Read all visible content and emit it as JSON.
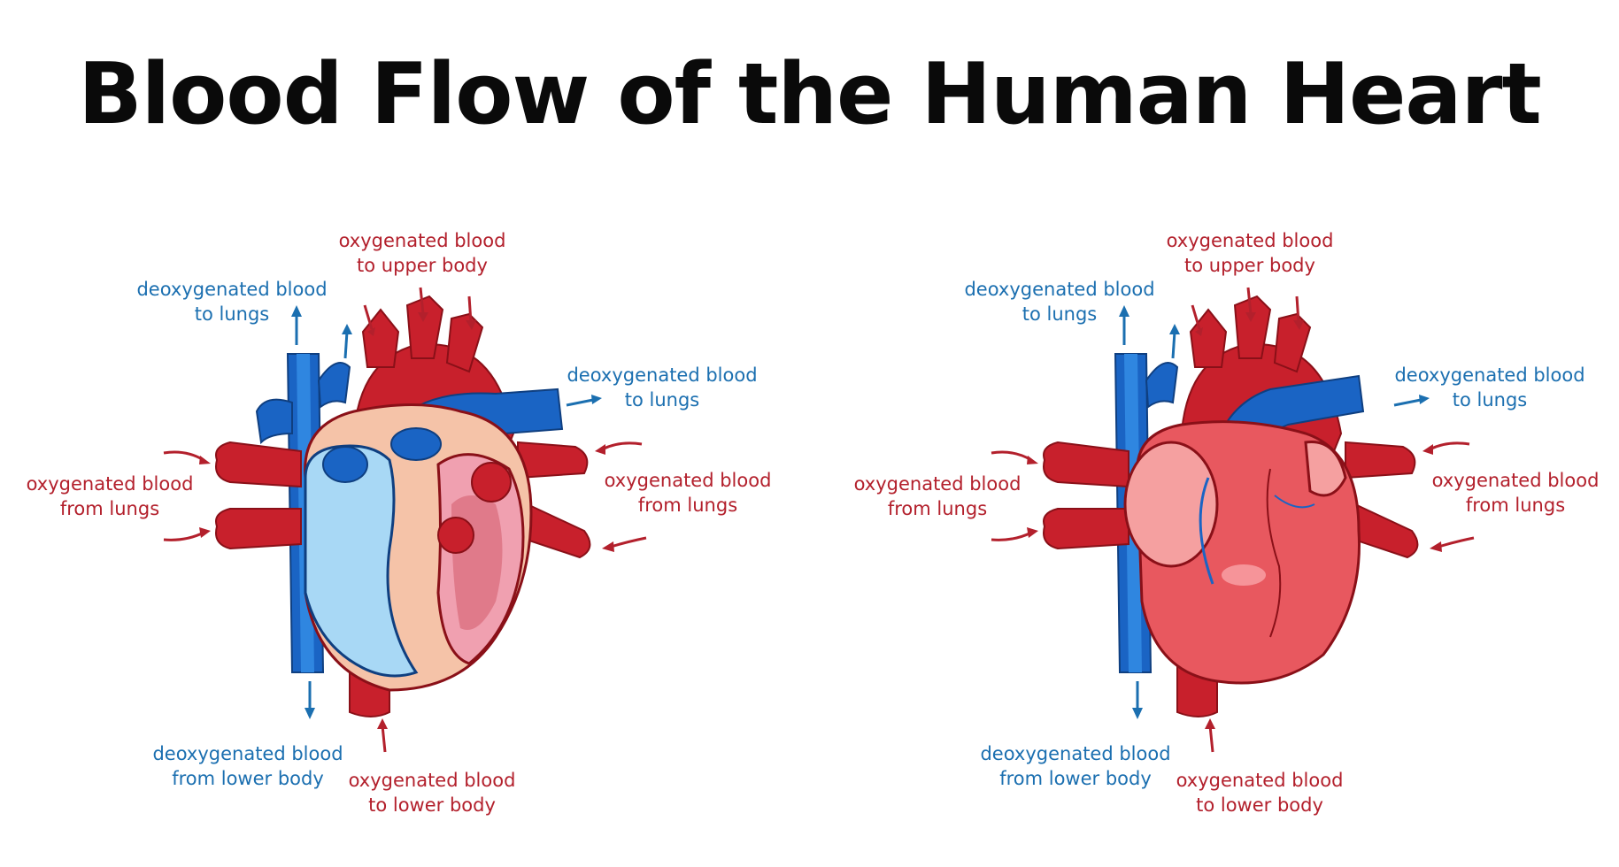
{
  "title": "Blood Flow of the Human Heart",
  "colors": {
    "oxygenated": "#b3202c",
    "deoxygenated": "#1b6fb0"
  },
  "labels": {
    "ox_upper_1": "oxygenated blood",
    "ox_upper_2": "to upper body",
    "deox_lungs_1": "deoxygenated blood",
    "deox_lungs_2": "to lungs",
    "ox_lungs_1": "oxygenated blood",
    "ox_lungs_2": "from lungs",
    "deox_lower_1": "deoxygenated blood",
    "deox_lower_2": "from lower body",
    "ox_lower_1": "oxygenated blood",
    "ox_lower_2": "to lower body"
  },
  "panels": [
    {
      "view": "cross-section"
    },
    {
      "view": "exterior"
    }
  ]
}
